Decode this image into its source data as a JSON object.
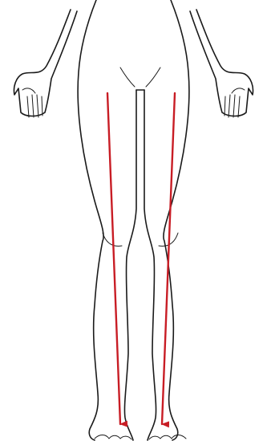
{
  "figure": {
    "subject": "lower-body-front-view",
    "line_color": "#1a1a1a",
    "arrow_color": "#c81d25",
    "arrows": [
      {
        "side": "right-leg",
        "direction": "down"
      },
      {
        "side": "left-leg",
        "direction": "down"
      }
    ]
  }
}
